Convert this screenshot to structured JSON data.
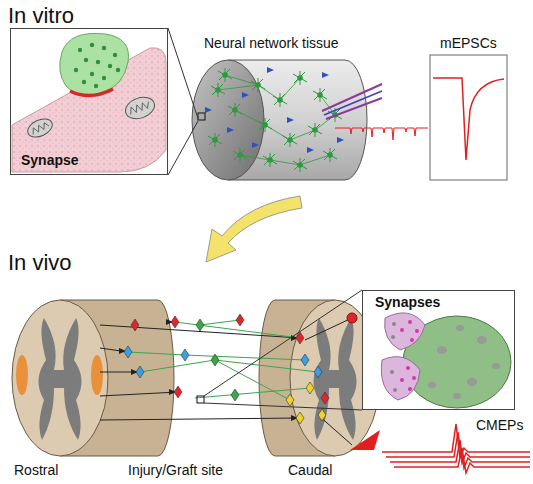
{
  "diagram": {
    "nodes": [
      {
        "text": [
          "Synapse"
        ]
      },
      {
        "text": [
          "Neural network tissue"
        ]
      },
      {
        "text": [
          "mEPSCs"
        ]
      },
      {
        "text": [
          "Synapses"
        ]
      }
    ],
    "edges": [
      {
        "from": 0,
        "to": 1,
        "arrow": "none"
      }
    ],
    "labels": [
      "In vitro",
      "In vivo",
      "Rostral",
      "Injury/Graft site",
      "Caudal",
      "CMEPs"
    ]
  }
}
